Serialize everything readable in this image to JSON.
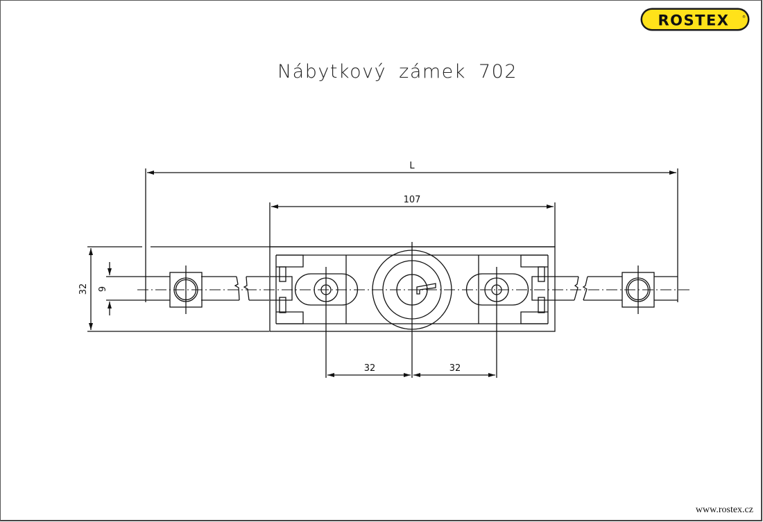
{
  "brand": {
    "logo_text": "ROSTEX",
    "logo_colors": {
      "fill": "#FFE21A",
      "outline": "#1a1a1a",
      "text": "#111111"
    },
    "website": "www.rostex.cz"
  },
  "title": "Nábytkový  zámek  702",
  "drawing": {
    "line_color": "#111111",
    "dimensions": {
      "overall_length": "L",
      "housing_width": "107",
      "pin_spacing_left": "32",
      "pin_spacing_right": "32",
      "overall_height": "32",
      "rod_height": "9"
    }
  }
}
